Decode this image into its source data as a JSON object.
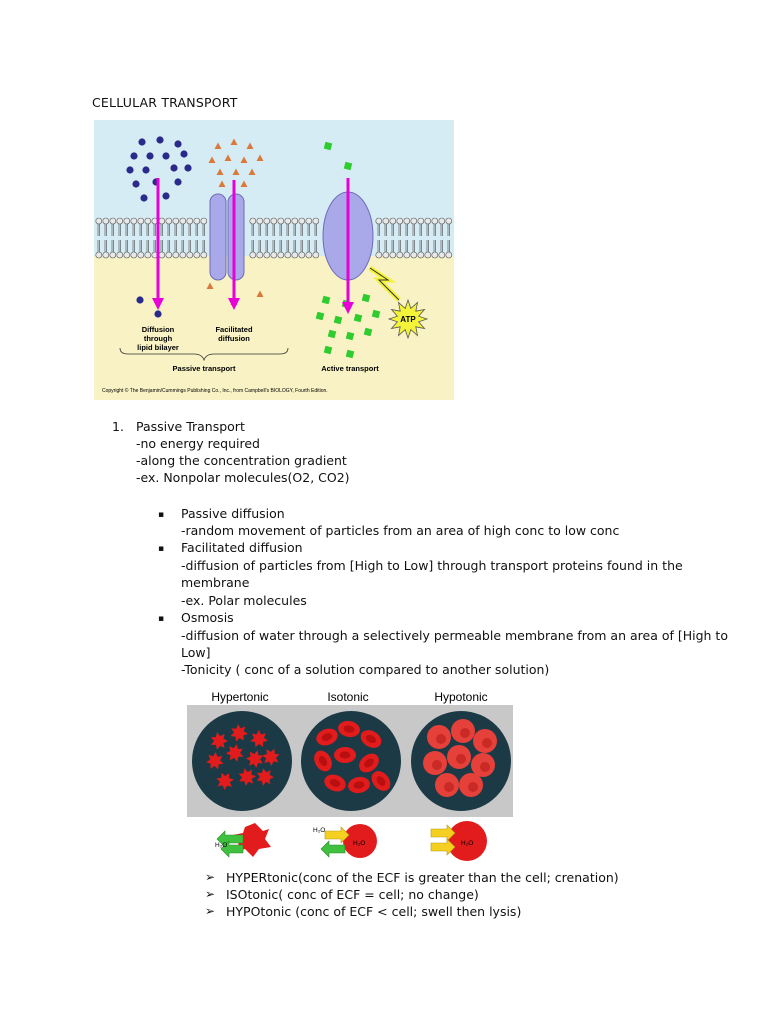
{
  "title": "CELLULAR TRANSPORT",
  "figure1": {
    "labels": {
      "diffusion": "Diffusion\nthrough\nlipid bilayer",
      "facilitated": "Facilitated\ndiffusion",
      "passive": "Passive transport",
      "active": "Active transport",
      "atp": "ATP",
      "copyright": "Copyright © The Benjamin/Cummings Publishing Co., Inc., from Campbell's BIOLOGY, Fourth Edition."
    },
    "colors": {
      "background": "#d6ecf4",
      "bottom": "#f8f2c4",
      "arrow": "#e800d8",
      "blue": "#2a2a8a",
      "orange": "#d97a3c",
      "green": "#2ecc2e",
      "protein": "#a9a8e8",
      "atp": "#f3f33a"
    }
  },
  "section": {
    "number": "1.",
    "heading": "Passive Transport",
    "points": [
      "-no energy required",
      "-along the concentration gradient",
      "-ex. Nonpolar molecules(O2, CO2)"
    ]
  },
  "subsections": [
    {
      "bullet": "▪",
      "heading": "Passive diffusion",
      "lines": [
        "-random movement of particles from an area of high conc to low conc"
      ]
    },
    {
      "bullet": "▪",
      "heading": "Facilitated diffusion",
      "lines": [
        "-diffusion of particles from [High to Low] through transport proteins found in the",
        "membrane",
        "-ex. Polar molecules"
      ]
    },
    {
      "bullet": "▪",
      "heading": "Osmosis",
      "lines": [
        "-diffusion of water through a selectively permeable membrane from an area of [High to",
        "Low]",
        "-Tonicity ( conc of a solution compared to another solution)"
      ]
    }
  ],
  "figure2": {
    "labels": [
      "Hypertonic",
      "Isotonic",
      "Hypotonic"
    ],
    "water_label": "H₂O",
    "colors": {
      "panel": "#c8c8c8",
      "dish": "#1c3a45",
      "cell": "#e21c1c",
      "inner": "#b81010",
      "in_arrow": "#f5d020",
      "out_arrow": "#3fc13f"
    }
  },
  "tonicity": [
    {
      "marker": "➢",
      "text": "HYPERtonic(conc of the ECF is greater than the cell; crenation)"
    },
    {
      "marker": "➢",
      "text": "ISOtonic( conc of ECF = cell; no change)"
    },
    {
      "marker": "➢",
      "text": "HYPOtonic (conc of ECF < cell; swell then lysis)"
    }
  ]
}
